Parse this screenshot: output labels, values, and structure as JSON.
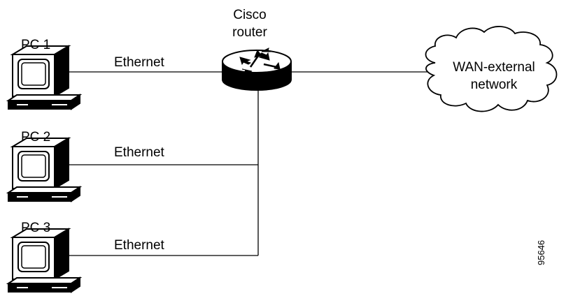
{
  "pcs": [
    {
      "label": "PC 1",
      "link_label": "Ethernet"
    },
    {
      "label": "PC 2",
      "link_label": "Ethernet"
    },
    {
      "label": "PC 3",
      "link_label": "Ethernet"
    }
  ],
  "router": {
    "line1": "Cisco",
    "line2": "router"
  },
  "cloud": {
    "line1": "WAN-external",
    "line2": "network"
  },
  "figure_id": "95646",
  "colors": {
    "stroke": "#000000",
    "fill": "#ffffff"
  },
  "icons": {
    "pc": "desktop-computer-icon",
    "router": "router-icon",
    "cloud": "cloud-icon"
  }
}
